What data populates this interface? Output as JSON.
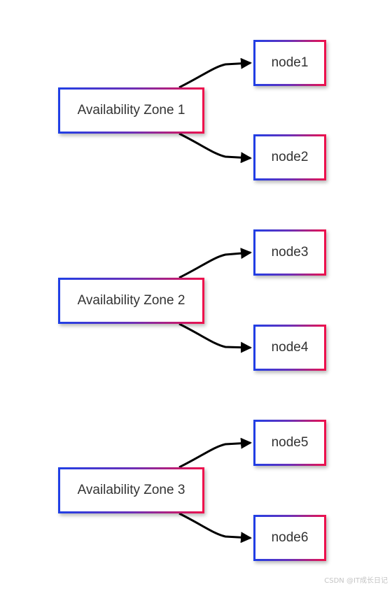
{
  "diagram": {
    "zones": [
      {
        "label": "Availability Zone 1",
        "nodes": [
          "node1",
          "node2"
        ]
      },
      {
        "label": "Availability Zone 2",
        "nodes": [
          "node3",
          "node4"
        ]
      },
      {
        "label": "Availability Zone 3",
        "nodes": [
          "node5",
          "node6"
        ]
      }
    ],
    "nodes": [
      "node1",
      "node2",
      "node3",
      "node4",
      "node5",
      "node6"
    ]
  },
  "watermark": "CSDN @IT成长日记",
  "colors": {
    "border_gradient_start": "#1f3fe6",
    "border_gradient_end": "#f0104a",
    "edge": "#000000",
    "text": "#333333"
  }
}
